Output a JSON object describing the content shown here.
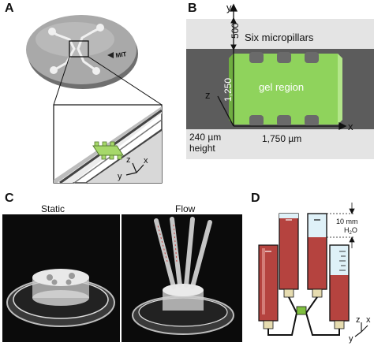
{
  "panels": {
    "a": {
      "letter": "A",
      "chip_text": "MIT",
      "axes": {
        "z": "z",
        "x": "x",
        "y": "y"
      }
    },
    "b": {
      "letter": "B",
      "y_axis": "y",
      "x_axis": "x",
      "z_axis": "z",
      "dim_top": "500",
      "dim_left": "1,250",
      "dim_bottom": "1,750 µm",
      "label_micropillars": "Six micropillars",
      "label_gel": "gel region",
      "height_line1": "240 µm",
      "height_line2": "height",
      "colors": {
        "gel": "#8fd35c",
        "channel": "#5c5c5c"
      }
    },
    "c": {
      "letter": "C",
      "label_static": "Static",
      "label_flow": "Flow"
    },
    "d": {
      "letter": "D",
      "dim_value": "10 mm",
      "dim_unit_h": "H",
      "dim_unit_sub": "2",
      "dim_unit_o": "O",
      "axes": {
        "z": "z",
        "x": "x",
        "y": "y"
      },
      "colors": {
        "medium": "#b5433f",
        "tube": "#dff1f8",
        "connector": "#e6dcb0"
      }
    }
  }
}
